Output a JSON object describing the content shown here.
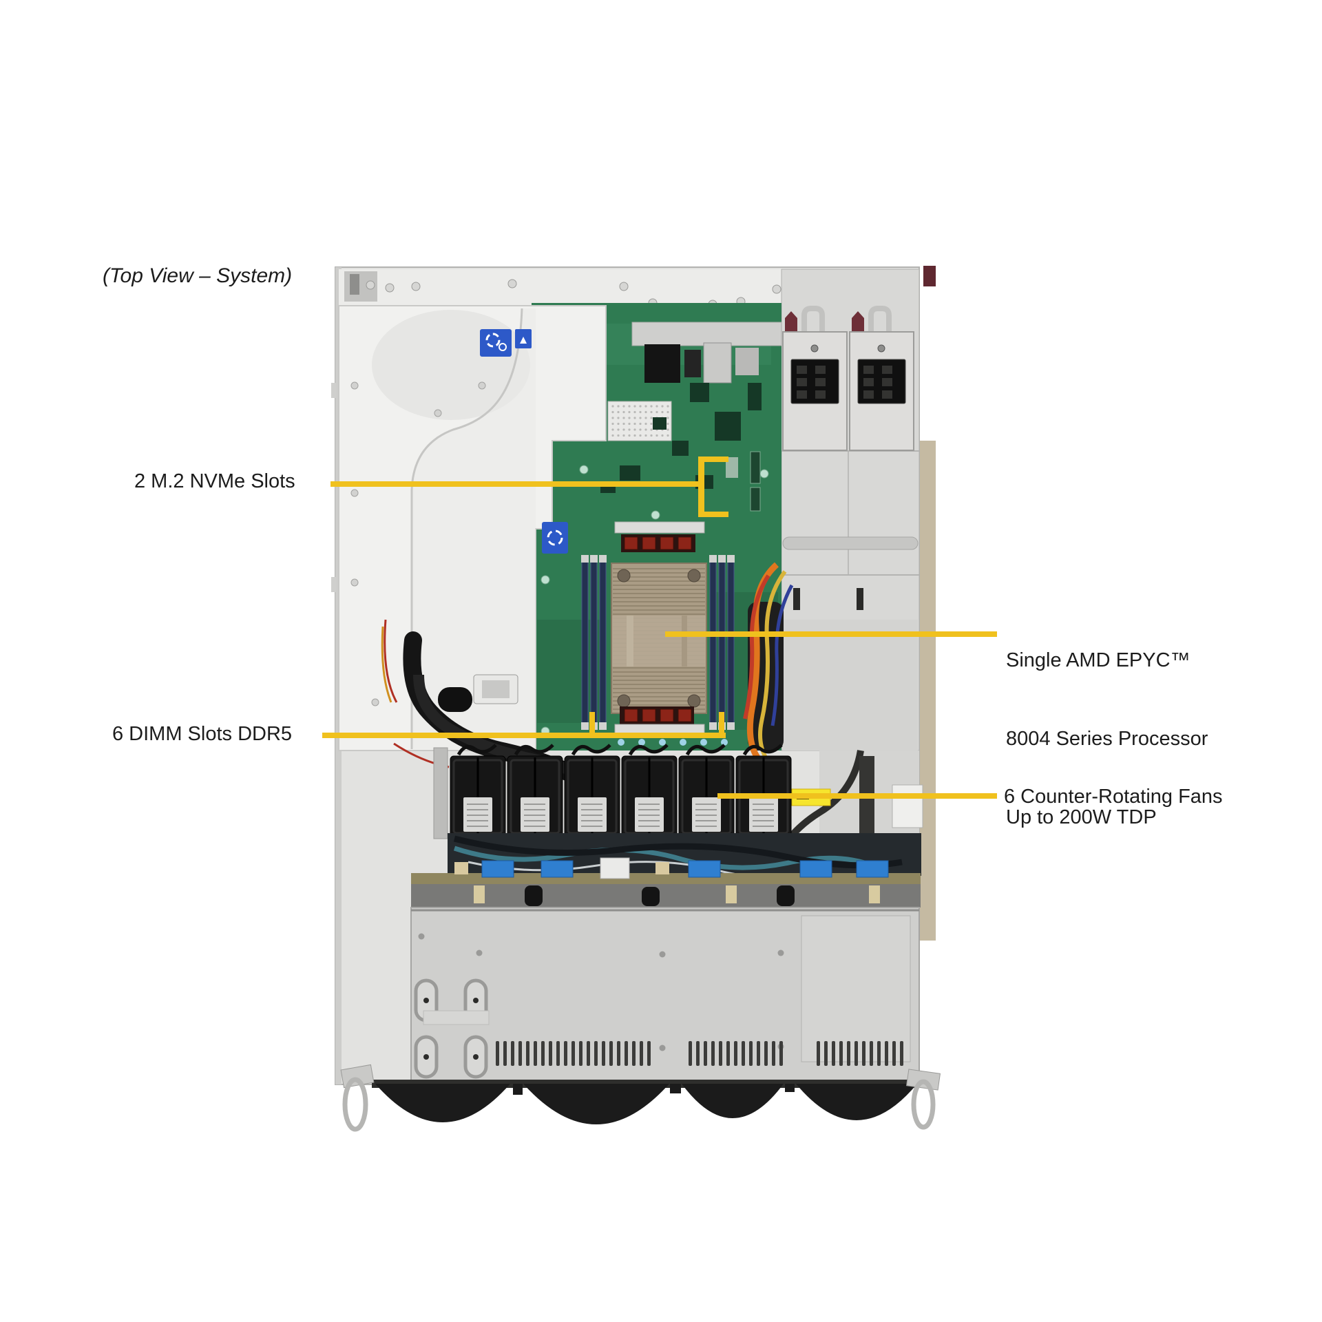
{
  "title": "(Top View – System)",
  "callouts": {
    "m2": {
      "label": "2 M.2 NVMe Slots"
    },
    "cpu": {
      "line1": "Single AMD EPYC™",
      "line2": "8004 Series Processor",
      "line3": "Up to 200W TDP"
    },
    "dimm": {
      "label": "6 DIMM Slots DDR5"
    },
    "fans": {
      "label": "6 Counter-Rotating Fans"
    }
  },
  "components": {
    "fan_count": 6,
    "dimm_banks": 2,
    "dimm_slots_per_bank": 3,
    "psu_count": 2,
    "m2_slot_count": 2
  },
  "icons": {
    "warning_triangle": "▲"
  },
  "colors": {
    "callout_line": "#F0C11E",
    "sticker_yellow": "#F6E52E",
    "chassis": "#E2E2E0",
    "shroud": "#F1F1EF",
    "motherboard_green": "#2F7B52",
    "heatsink_tan": "#AA9C85",
    "fan_black": "#161616",
    "psu_silver": "#DEDDDB",
    "label_blue": "#2D59C8",
    "connector_blue": "#2F7FD0"
  }
}
